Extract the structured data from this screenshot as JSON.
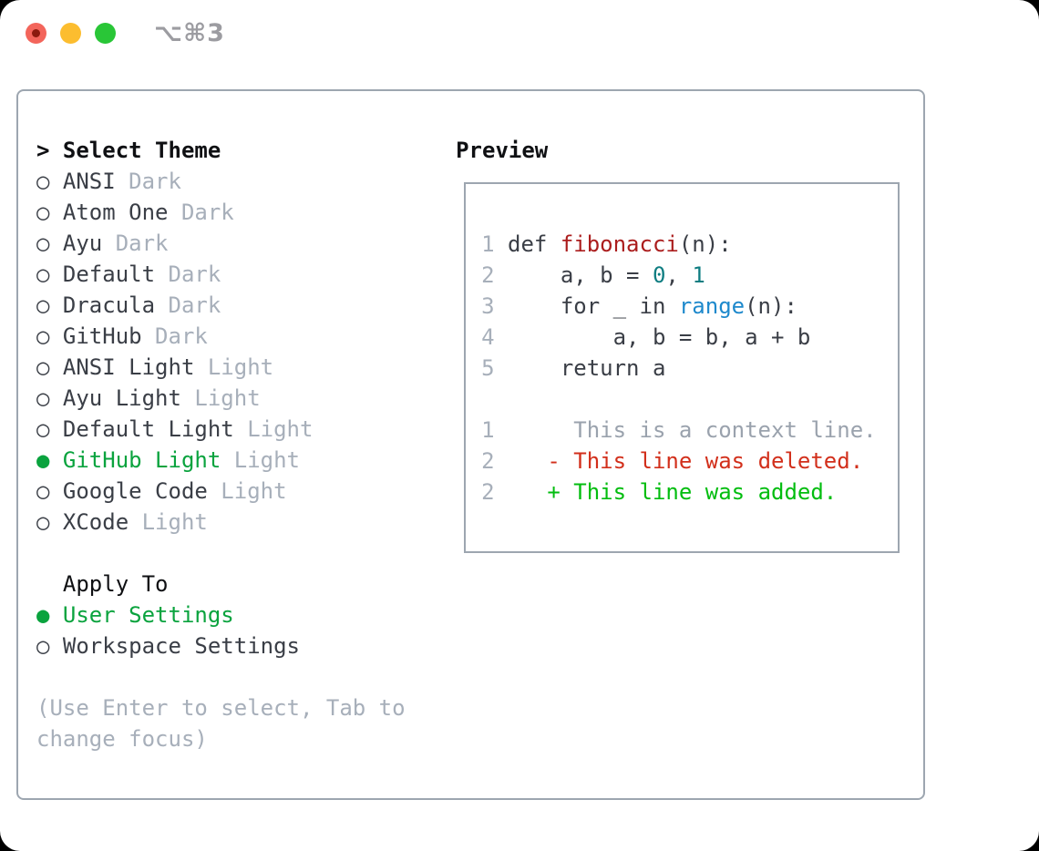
{
  "window": {
    "shortcut_label": "⌥⌘3",
    "traffic_lights": [
      {
        "name": "close-button",
        "color": "#f3655b",
        "inner_dot": "#8b1a0e"
      },
      {
        "name": "minimize-button",
        "color": "#fcbd2f"
      },
      {
        "name": "zoom-button",
        "color": "#29c637"
      }
    ]
  },
  "theme_panel": {
    "title": "Select Theme",
    "cursor": "> ",
    "bullet_unselected": "○",
    "bullet_selected": "●",
    "themes": [
      {
        "name": "ANSI",
        "variant": "Dark",
        "selected": false
      },
      {
        "name": "Atom One",
        "variant": "Dark",
        "selected": false
      },
      {
        "name": "Ayu",
        "variant": "Dark",
        "selected": false
      },
      {
        "name": "Default",
        "variant": "Dark",
        "selected": false
      },
      {
        "name": "Dracula",
        "variant": "Dark",
        "selected": false
      },
      {
        "name": "GitHub",
        "variant": "Dark",
        "selected": false
      },
      {
        "name": "ANSI Light",
        "variant": "Light",
        "selected": false
      },
      {
        "name": "Ayu Light",
        "variant": "Light",
        "selected": false
      },
      {
        "name": "Default Light",
        "variant": "Light",
        "selected": false
      },
      {
        "name": "GitHub Light",
        "variant": "Light",
        "selected": true
      },
      {
        "name": "Google Code",
        "variant": "Light",
        "selected": false
      },
      {
        "name": "XCode",
        "variant": "Light",
        "selected": false
      }
    ],
    "apply_to": {
      "title": "  Apply To",
      "options": [
        {
          "label": "User Settings",
          "selected": true
        },
        {
          "label": "Workspace Settings",
          "selected": false
        }
      ]
    },
    "hint_lines": [
      "(Use Enter to select, Tab to",
      "change focus)"
    ]
  },
  "preview": {
    "title": "Preview",
    "code_lines": [
      {
        "num": "1",
        "segments": [
          {
            "t": "def ",
            "c": "c-code"
          },
          {
            "t": "fibonacci",
            "c": "c-func"
          },
          {
            "t": "(n):",
            "c": "c-code"
          }
        ]
      },
      {
        "num": "2",
        "segments": [
          {
            "t": "    a, b = ",
            "c": "c-code"
          },
          {
            "t": "0",
            "c": "c-num"
          },
          {
            "t": ", ",
            "c": "c-code"
          },
          {
            "t": "1",
            "c": "c-num"
          }
        ]
      },
      {
        "num": "3",
        "segments": [
          {
            "t": "    for _ in ",
            "c": "c-code"
          },
          {
            "t": "range",
            "c": "c-builtin"
          },
          {
            "t": "(n):",
            "c": "c-code"
          }
        ]
      },
      {
        "num": "4",
        "segments": [
          {
            "t": "        a, b = b, a + b",
            "c": "c-code"
          }
        ]
      },
      {
        "num": "5",
        "segments": [
          {
            "t": "    return a",
            "c": "c-code"
          }
        ]
      }
    ],
    "diff_lines": [
      {
        "num": "1",
        "segments": [
          {
            "t": "     This is a context line.",
            "c": "c-context"
          }
        ]
      },
      {
        "num": "2",
        "segments": [
          {
            "t": "   ",
            "c": "c-code"
          },
          {
            "t": "- This line was deleted.",
            "c": "c-deleted"
          }
        ]
      },
      {
        "num": "2",
        "segments": [
          {
            "t": "   ",
            "c": "c-code"
          },
          {
            "t": "+ This line was added.",
            "c": "c-added"
          }
        ]
      }
    ]
  },
  "colors": {
    "text": "#3a3e46",
    "muted": "#a7afba",
    "header": "#0f1013",
    "selection_green": "#0aa33e",
    "added_green": "#02bd0f",
    "deleted_red": "#d22f1b",
    "function_red": "#ab1d1d",
    "number_teal": "#0e7d81",
    "builtin_blue": "#1e89cc",
    "panel_border": "#9da6b0"
  }
}
